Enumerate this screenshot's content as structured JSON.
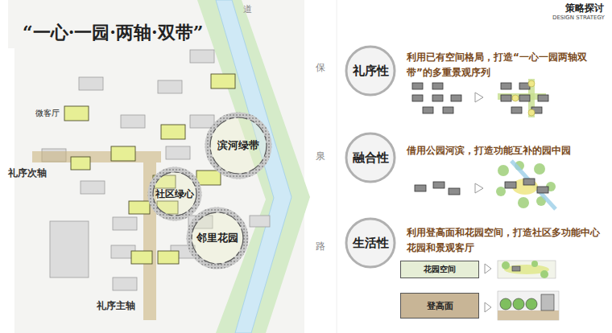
{
  "diagram": {
    "title": "“一心·一园·两轴·双带”",
    "nodes": [
      {
        "text": [
          "滨河绿带"
        ]
      },
      {
        "text": [
          "社区绿心"
        ]
      },
      {
        "text": [
          "邻里花园"
        ]
      },
      {
        "text": [
          "礼序性"
        ]
      },
      {
        "text": [
          "融合性"
        ]
      },
      {
        "text": [
          "生活性"
        ]
      },
      {
        "text": [
          "花园空间"
        ]
      },
      {
        "text": [
          "登高面"
        ]
      }
    ],
    "labels": [
      "策略探讨",
      "DESIGN STRATEGY",
      "微客厅",
      "礼序次轴",
      "礼序主轴",
      "道",
      "保",
      "泉",
      "路",
      "利用已有空间格局，打造“一心一园两轴双带”的多重景观序列",
      "借用公园河滨，打造功能互补的园中园",
      "利用登高面和花园空间，打造社区多功能中心花园和景观客厅"
    ]
  }
}
